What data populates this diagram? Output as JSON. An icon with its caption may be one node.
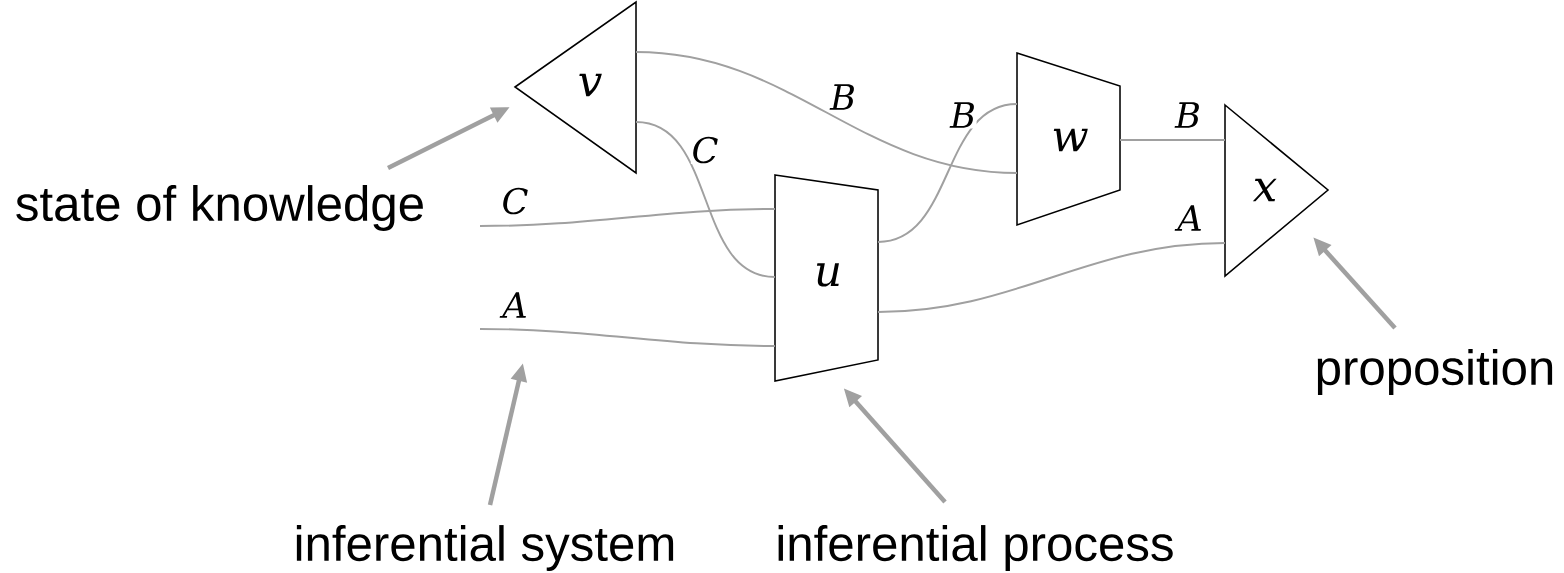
{
  "diagram": {
    "nodes": [
      {
        "text": [
          "v"
        ]
      },
      {
        "text": [
          "w"
        ]
      },
      {
        "text": [
          "u"
        ]
      },
      {
        "text": [
          "x"
        ]
      },
      {
        "text": [
          "state of knowledge"
        ]
      },
      {
        "text": [
          "inferential system"
        ]
      },
      {
        "text": [
          "inferential process"
        ]
      },
      {
        "text": [
          "proposition"
        ]
      }
    ],
    "edges": [
      {
        "from": 0,
        "to": 1,
        "arrow": "none",
        "label": "B"
      },
      {
        "from": 0,
        "to": 2,
        "arrow": "none",
        "label": "C"
      },
      {
        "from": null,
        "to": 2,
        "arrow": "none",
        "label": "C"
      },
      {
        "from": null,
        "to": 2,
        "arrow": "none",
        "label": "A"
      },
      {
        "from": 2,
        "to": 1,
        "arrow": "none",
        "label": "B"
      },
      {
        "from": 1,
        "to": 3,
        "arrow": "none",
        "label": "B"
      },
      {
        "from": 2,
        "to": 3,
        "arrow": "none",
        "label": "A"
      },
      {
        "from": 4,
        "to": 0,
        "arrow": "to",
        "style": "thick"
      },
      {
        "from": 5,
        "to": null,
        "arrow": "to",
        "style": "thick"
      },
      {
        "from": 6,
        "to": 2,
        "arrow": "to",
        "style": "thick"
      },
      {
        "from": 7,
        "to": 3,
        "arrow": "to",
        "style": "thick"
      }
    ]
  }
}
